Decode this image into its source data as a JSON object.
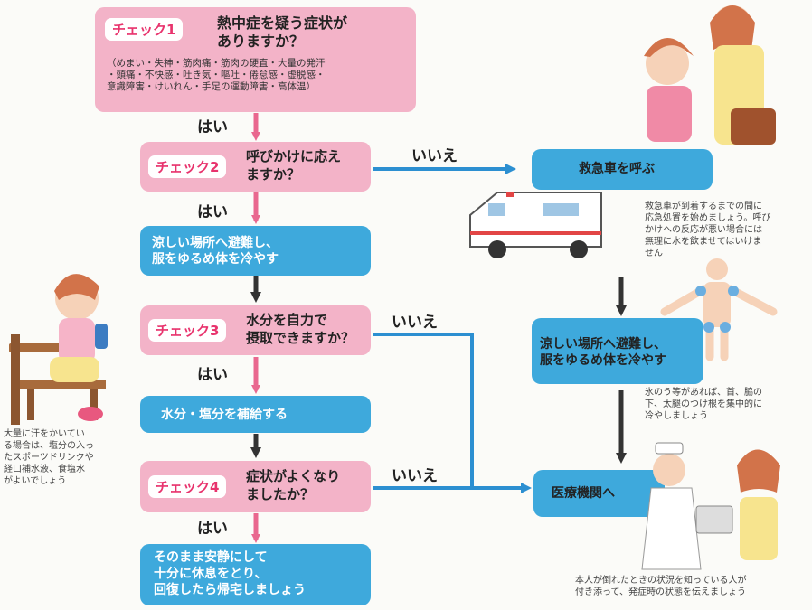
{
  "check1": {
    "badge": "チェック1",
    "question": "熱中症を疑う症状が\nありますか？",
    "symptoms": "（めまい・失神・筋肉痛・筋肉の硬直・大量の発汗\n・頭痛・不快感・吐き気・嘔吐・倦怠感・虚脱感・\n意識障害・けいれん・手足の運動障害・高体温）"
  },
  "yes_label": "はい",
  "no_label": "いいえ",
  "check2": {
    "badge": "チェック2",
    "question": "呼びかけに応え\nますか？"
  },
  "action_cool_left": "涼しい場所へ避難し、\n服をゆるめ体を冷やす",
  "check3": {
    "badge": "チェック3",
    "question": "水分を自力で\n摂取できますか？"
  },
  "action_hydrate": "水分・塩分を補給する",
  "check4": {
    "badge": "チェック4",
    "question": "症状がよくなり\nましたか？"
  },
  "action_rest": "そのまま安静にして\n十分に休息をとり、\n回復したら帰宅しましょう",
  "ambulance": "救急車を呼ぶ",
  "ambulance_note": "救急車が到着するまでの間に\n応急処置を始めましょう。呼び\nかけへの反応が悪い場合には\n無理に水を飲ませてはいけま\nせん",
  "action_cool_right": "涼しい場所へ避難し、\n服をゆるめ体を冷やす",
  "ice_note": "氷のう等があれば、首、脇の\n下、太腿のつけ根を集中的に\n冷やしましょう",
  "hospital": "医療機関へ",
  "hospital_note": "本人が倒れたときの状況を知っている人が\n付き添って、発症時の状態を伝えましょう",
  "sweat_note": "大量に汗をかいてい\nる場合は、塩分の入っ\nたスポーツドリンクや\n経口補水液、食塩水\nがよいでしょう",
  "colors": {
    "pink_box": "#f3b3c8",
    "blue_box": "#3ea9dc",
    "pink_arrow": "#e9688f",
    "dark_arrow": "#333333"
  }
}
